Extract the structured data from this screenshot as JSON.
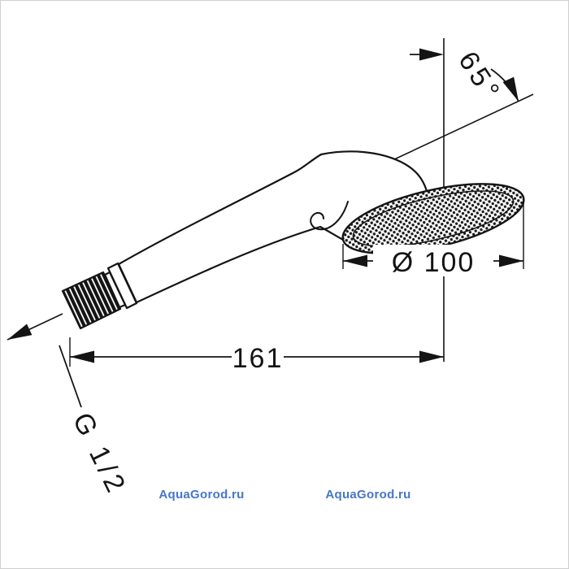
{
  "canvas": {
    "background": "#ffffff",
    "border_color": "#cfcfcf",
    "line_color": "#141414"
  },
  "drawing": {
    "subject": "hand-shower technical dimension drawing, side view",
    "annotations": {
      "angle": "65°",
      "diameter": "Ø 100",
      "length": "161",
      "thread": "G 1/2"
    }
  },
  "watermarks": [
    {
      "text": "AquaGorod.ru",
      "color": "#4576c8"
    },
    {
      "text": "AquaGorod.ru",
      "color": "#4576c8"
    }
  ]
}
